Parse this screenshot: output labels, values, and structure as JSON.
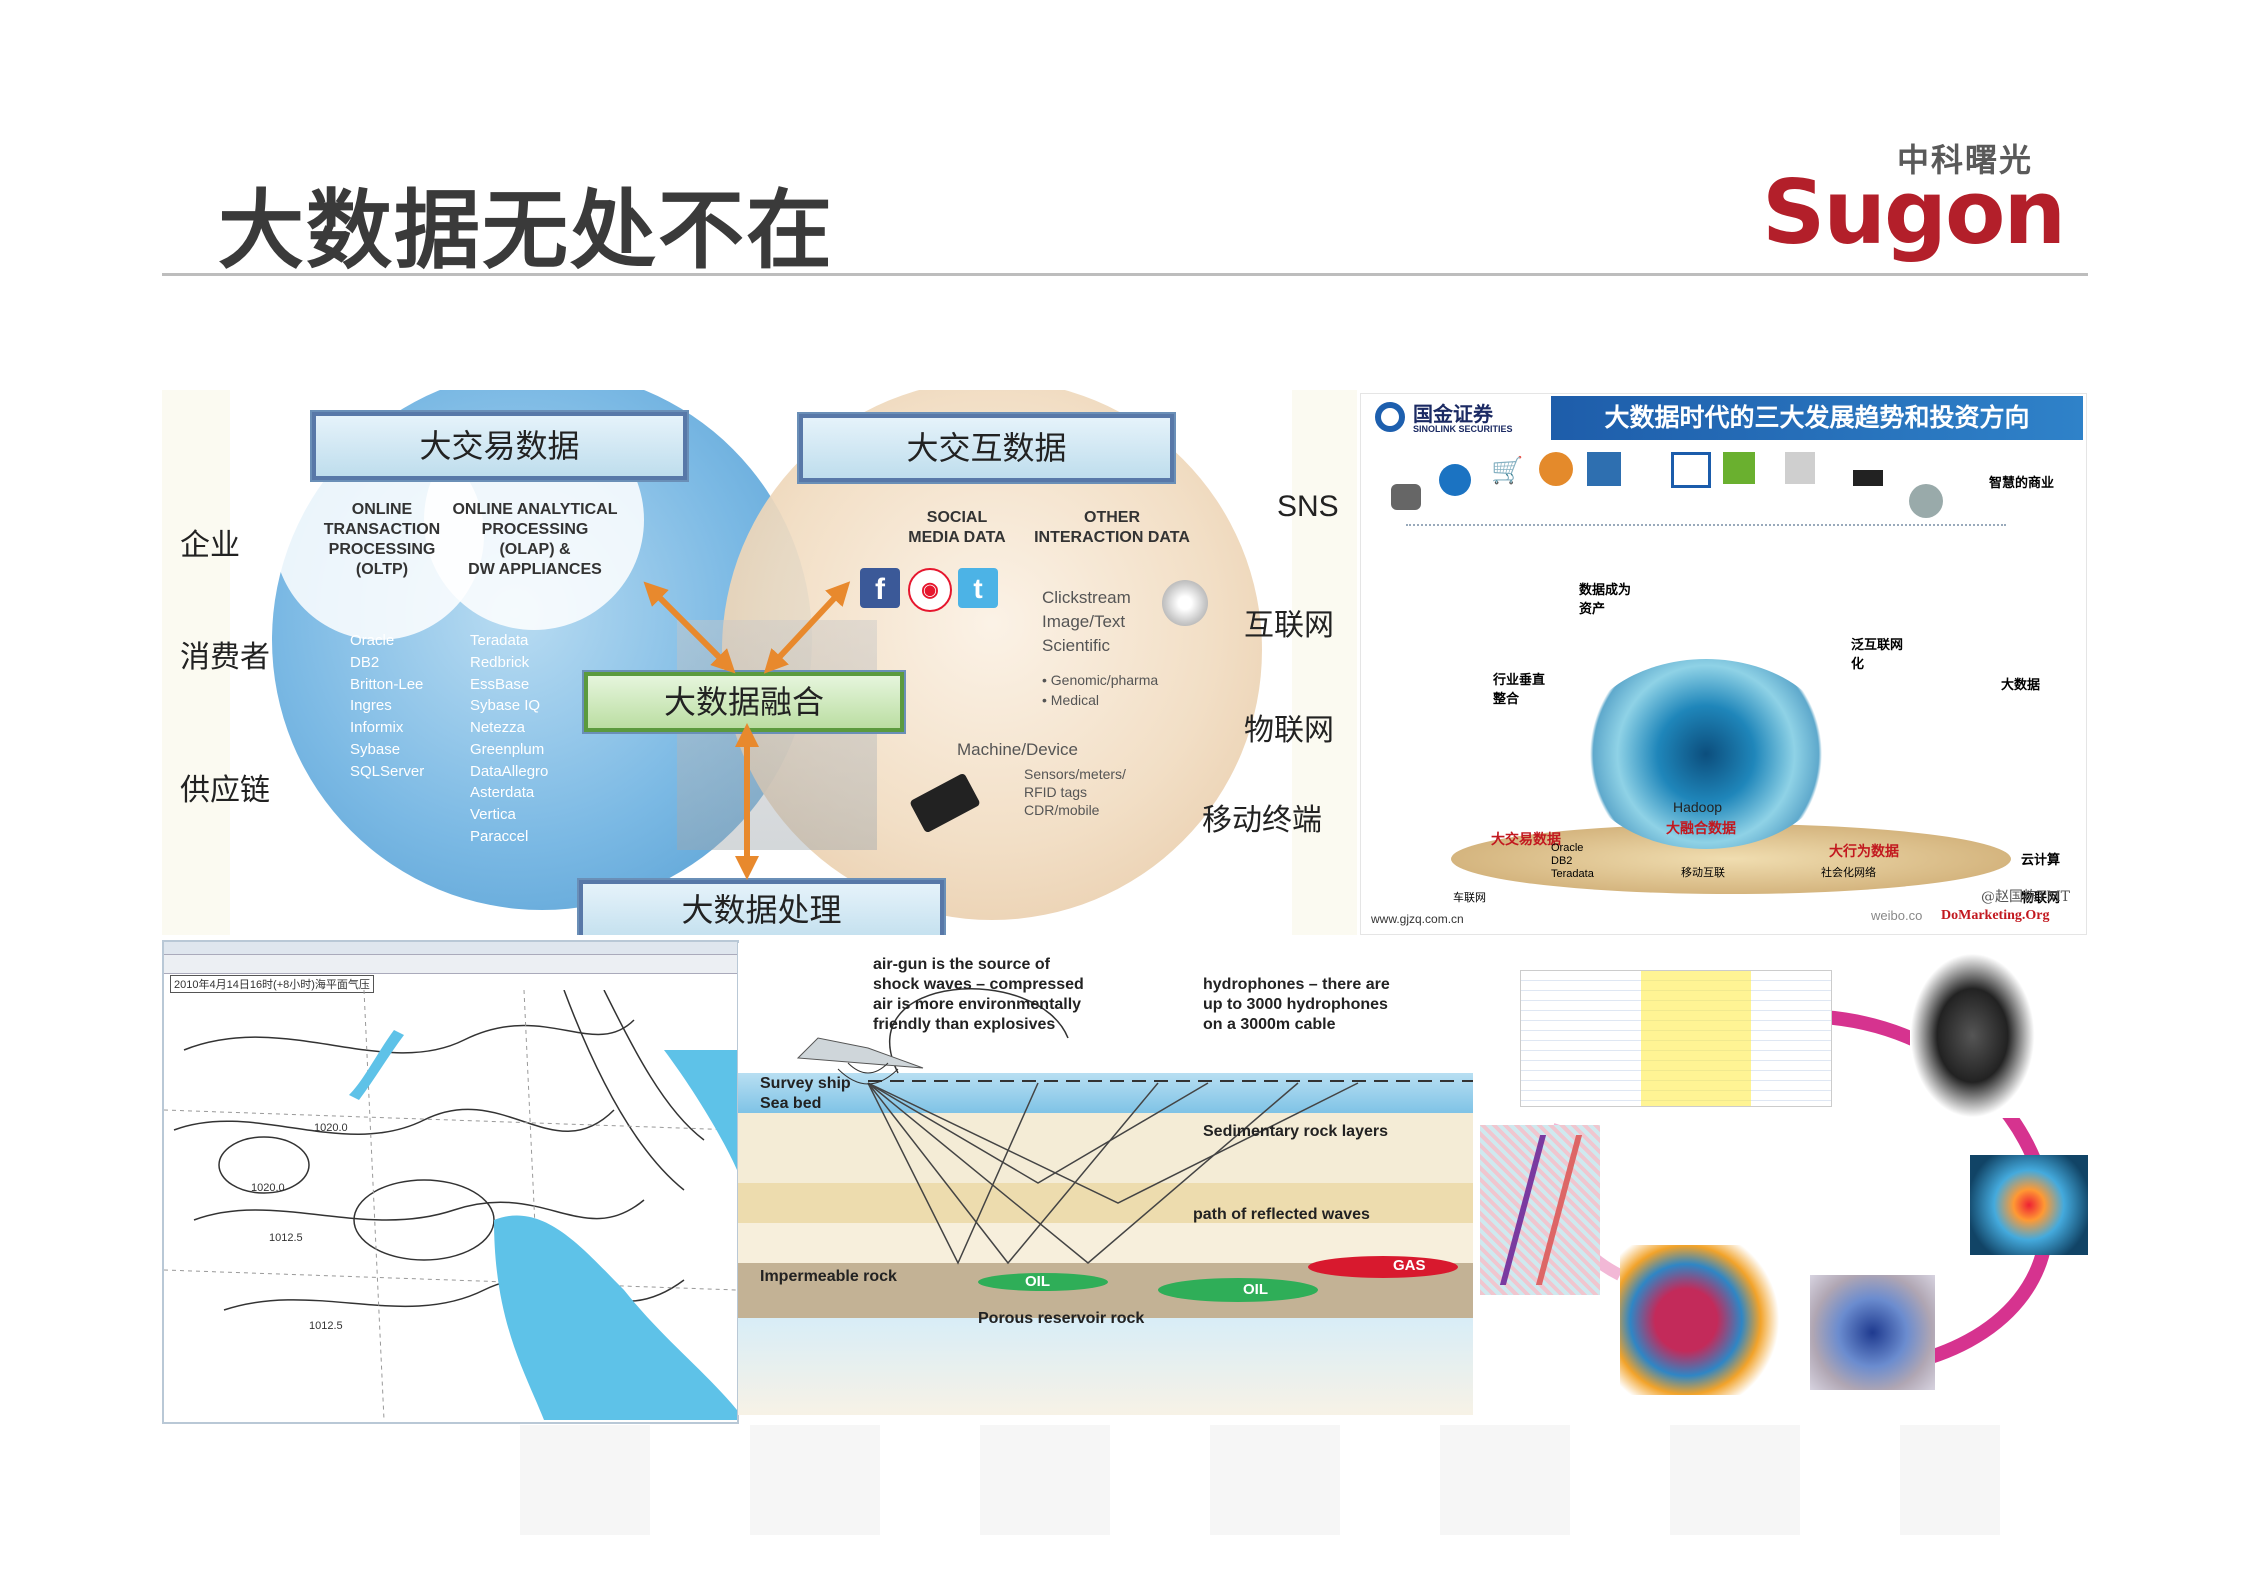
{
  "slide": {
    "title": "大数据无处不在",
    "logo": {
      "cn": "中科曙光",
      "en": "Sugon"
    }
  },
  "panel1": {
    "left_labels": [
      "企业",
      "消费者",
      "供应链"
    ],
    "right_labels": [
      "SNS",
      "互联网",
      "物联网",
      "移动终端"
    ],
    "box_transaction": "大交易数据",
    "box_interaction": "大交互数据",
    "box_fusion": "大数据融合",
    "box_processing": "大数据处理",
    "oltp": "ONLINE\nTRANSACTION\nPROCESSING\n(OLTP)",
    "olap": "ONLINE ANALYTICAL\nPROCESSING\n(OLAP) &\nDW APPLIANCES",
    "db_col1": [
      "Oracle",
      "DB2",
      "Britton-Lee",
      "Ingres",
      "Informix",
      "Sybase",
      "SQLServer"
    ],
    "db_col2": [
      "Teradata",
      "Redbrick",
      "EssBase",
      "Sybase IQ",
      "Netezza",
      "Greenplum",
      "DataAllegro",
      "Asterdata",
      "Vertica",
      "Paraccel"
    ],
    "social": "SOCIAL\nMEDIA DATA",
    "other": "OTHER\nINTERACTION DATA",
    "click": "Clickstream\nImage/Text\nScientific",
    "genomic": "• Genomic/pharma\n• Medical",
    "machine": "Machine/Device",
    "sensors": "Sensors/meters/\nRFID tags\nCDR/mobile"
  },
  "panel2": {
    "brand": "国金证券",
    "brand_en": "SINOLINK SECURITIES",
    "heading": "大数据时代的三大发展趋势和投资方向",
    "right_labels": [
      "智慧的商业",
      "大数据",
      "云计算",
      "物联网"
    ],
    "left_labels": [
      "数据成为资产",
      "行业垂直整合",
      "泛互联网化"
    ],
    "center": "Hadoop",
    "center_sub": "大融合数据",
    "ring_left": "大交易数据",
    "ring_right": "大行为数据",
    "db_list": "Oracle\nDB2\nTeradata",
    "mobile": "移动互联",
    "social": "社会化网络",
    "iot": "车联网",
    "website": "www.gjzq.com.cn",
    "weibo": "weibo.co",
    "weibo_user": "@赵国栋TMT",
    "domarketing": "DoMarketing.Org"
  },
  "panel3": {
    "date_line": "2010年4月14日16时(+8小时)海平面气压",
    "pressure_labels": [
      "1020.0",
      "1012.5",
      "1012.5",
      "1020.0"
    ]
  },
  "panel4": {
    "note_left": "air-gun is the source of\nshock waves – compressed\nair is more environmentally\nfriendly than explosives",
    "note_right": "hydrophones – there are\nup to 3000 hydrophones\non a 3000m cable",
    "survey_ship": "Survey ship",
    "sea_bed": "Sea bed",
    "sedimentary": "Sedimentary rock layers",
    "path": "path of reflected waves",
    "impermeable": "Impermeable rock",
    "oil1": "OIL",
    "oil2": "OIL",
    "gas": "GAS",
    "porous": "Porous reservoir rock"
  },
  "colors": {
    "title": "#3a3a3a",
    "logo_red": "#b31f2a",
    "blue_circle": "#5aa6d8",
    "beige_circle": "#e8c9a5",
    "arrow": "#e8892d",
    "magenta_ring": "#d6338f"
  }
}
